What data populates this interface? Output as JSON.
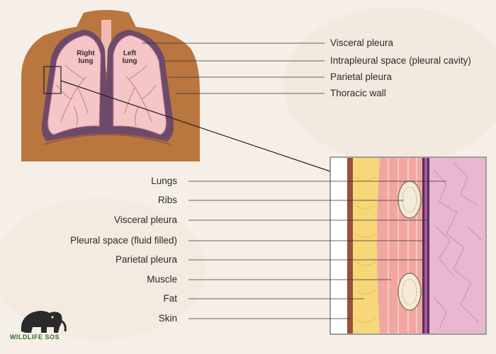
{
  "top_diagram": {
    "lung_labels": {
      "right": "Right\nlung",
      "left": "Left\nlung"
    },
    "labels": [
      "Visceral pleura",
      "Intrapleural space (pleural cavity)",
      "Parietal pleura",
      "Thoracic wall"
    ]
  },
  "cross_section": {
    "labels": [
      "Lungs",
      "Ribs",
      "Visceral pleura",
      "Pleural space (fluid filled)",
      "Parietal pleura",
      "Muscle",
      "Fat",
      "Skin"
    ]
  },
  "logo": {
    "text": "WILDLIFE SOS"
  },
  "colors": {
    "background": "#f6efe7",
    "skin_torso": "#b9763f",
    "lung_pink": "#f4c6c8",
    "pleura_purple": "#6e4a6a",
    "fat_yellow": "#f6d77a",
    "muscle_pink": "#f2a6a0",
    "logo_green": "#2f6b2a"
  }
}
